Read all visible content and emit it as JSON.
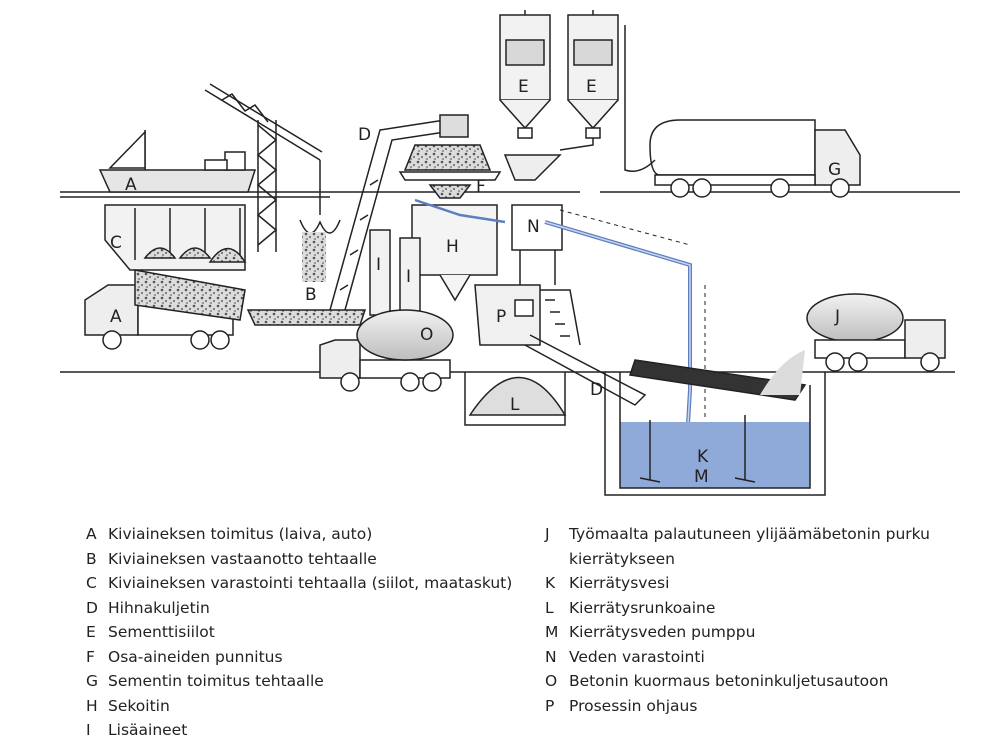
{
  "diagram": {
    "labels": {
      "a_ship": "A",
      "a_truck": "A",
      "b": "B",
      "c": "C",
      "d_top": "D",
      "d_bottom": "D",
      "e1": "E",
      "e2": "E",
      "f": "F",
      "g": "G",
      "h": "H",
      "i1": "I",
      "i2": "I",
      "j": "J",
      "k": "K",
      "l": "L",
      "m": "M",
      "n": "N",
      "o": "O",
      "p": "P"
    },
    "colors": {
      "water": "#8fa9d8",
      "water_dark": "#5e7fbf",
      "line": "#222222",
      "fill_light": "#eeeeee",
      "aggregate": "#9a9a9a"
    }
  },
  "legend": {
    "left": [
      {
        "key": "A",
        "text": "Kiviaineksen toimitus (laiva, auto)"
      },
      {
        "key": "B",
        "text": "Kiviaineksen vastaanotto tehtaalle"
      },
      {
        "key": "C",
        "text": "Kiviaineksen varastointi tehtaalla (siilot, maataskut)"
      },
      {
        "key": "D",
        "text": "Hihnakuljetin"
      },
      {
        "key": "E",
        "text": "Sementtisiilot"
      },
      {
        "key": "F",
        "text": "Osa-aineiden punnitus"
      },
      {
        "key": "G",
        "text": "Sementin toimitus tehtaalle"
      },
      {
        "key": "H",
        "text": "Sekoitin"
      },
      {
        "key": "I",
        "text": "Lisäaineet"
      }
    ],
    "right": [
      {
        "key": "J",
        "text": "Työmaalta palautuneen ylijäämäbetonin purku kierrätykseen"
      },
      {
        "key": "K",
        "text": "Kierrätysvesi"
      },
      {
        "key": "L",
        "text": "Kierrätysrunkoaine"
      },
      {
        "key": "M",
        "text": "Kierrätysveden pumppu"
      },
      {
        "key": "N",
        "text": "Veden varastointi"
      },
      {
        "key": "O",
        "text": "Betonin kuormaus betoninkuljetusautoon"
      },
      {
        "key": "P",
        "text": "Prosessin ohjaus"
      }
    ]
  }
}
